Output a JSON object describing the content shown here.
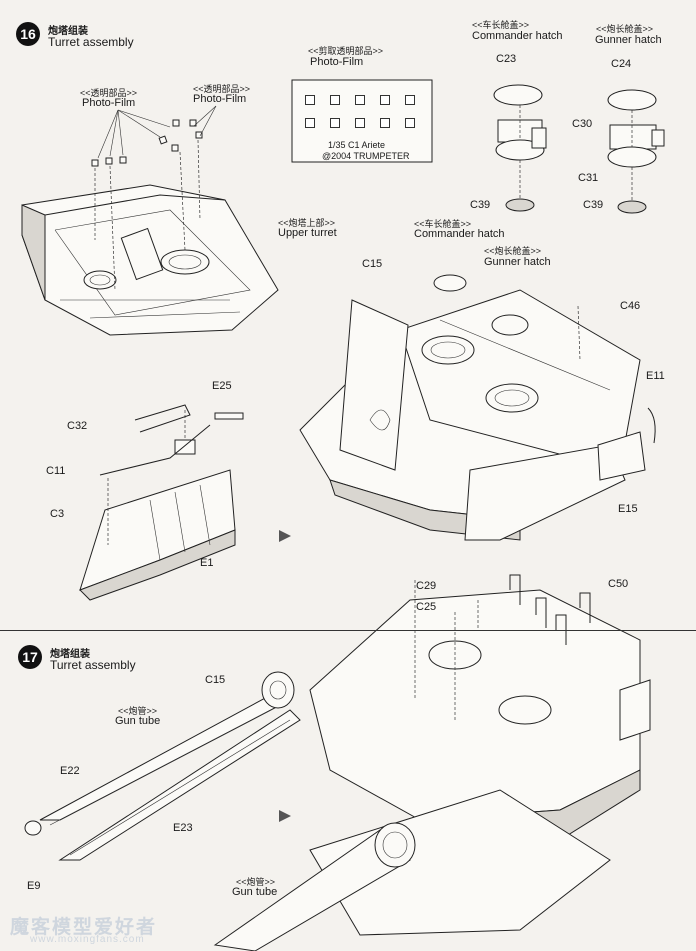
{
  "step16": {
    "number": "16",
    "title_cn": "炮塔组装",
    "title_en": "Turret assembly"
  },
  "step17": {
    "number": "17",
    "title_cn": "炮塔组装",
    "title_en": "Turret assembly"
  },
  "labels": {
    "photofilm_cn_left": "<<透明部品>>",
    "photofilm_en_left": "Photo-Film",
    "photofilm_cn_mid": "<<透明部品>>",
    "photofilm_en_mid": "Photo-Film",
    "photofilm_cn_top": "<<剪取透明部品>>",
    "photofilm_en_top": "Photo-Film",
    "pe_caption_1": "1/35 C1 Ariete",
    "pe_caption_2": "@2004 TRUMPETER",
    "upper_turret_cn": "<<炮塔上部>>",
    "upper_turret_en": "Upper turret",
    "commander_hatch_cn_top": "<<车长舱盖>>",
    "commander_hatch_en_top": "Commander hatch",
    "gunner_hatch_cn_top": "<<炮长舱盖>>",
    "gunner_hatch_en_top": "Gunner hatch",
    "commander_hatch_cn_mid": "<<车长舱盖>>",
    "commander_hatch_en_mid": "Commander hatch",
    "gunner_hatch_cn_mid": "<<炮长舱盖>>",
    "gunner_hatch_en_mid": "Gunner hatch",
    "gun_tube_cn_left": "<<炮管>>",
    "gun_tube_en_left": "Gun tube",
    "gun_tube_cn_bottom": "<<炮管>>",
    "gun_tube_en_bottom": "Gun tube"
  },
  "parts": {
    "C23": "C23",
    "C24": "C24",
    "C30": "C30",
    "C31": "C31",
    "C39a": "C39",
    "C39b": "C39",
    "C15a": "C15",
    "C46": "C46",
    "E11": "E11",
    "E15": "E15",
    "E25": "E25",
    "C32": "C32",
    "C11": "C11",
    "C3": "C3",
    "E1": "E1",
    "C29": "C29",
    "C25": "C25",
    "C50": "C50",
    "C15b": "C15",
    "E22": "E22",
    "E23": "E23",
    "E9": "E9"
  },
  "watermark": {
    "brand": "魔客模型爱好者",
    "url": "www.moxingfans.com"
  }
}
